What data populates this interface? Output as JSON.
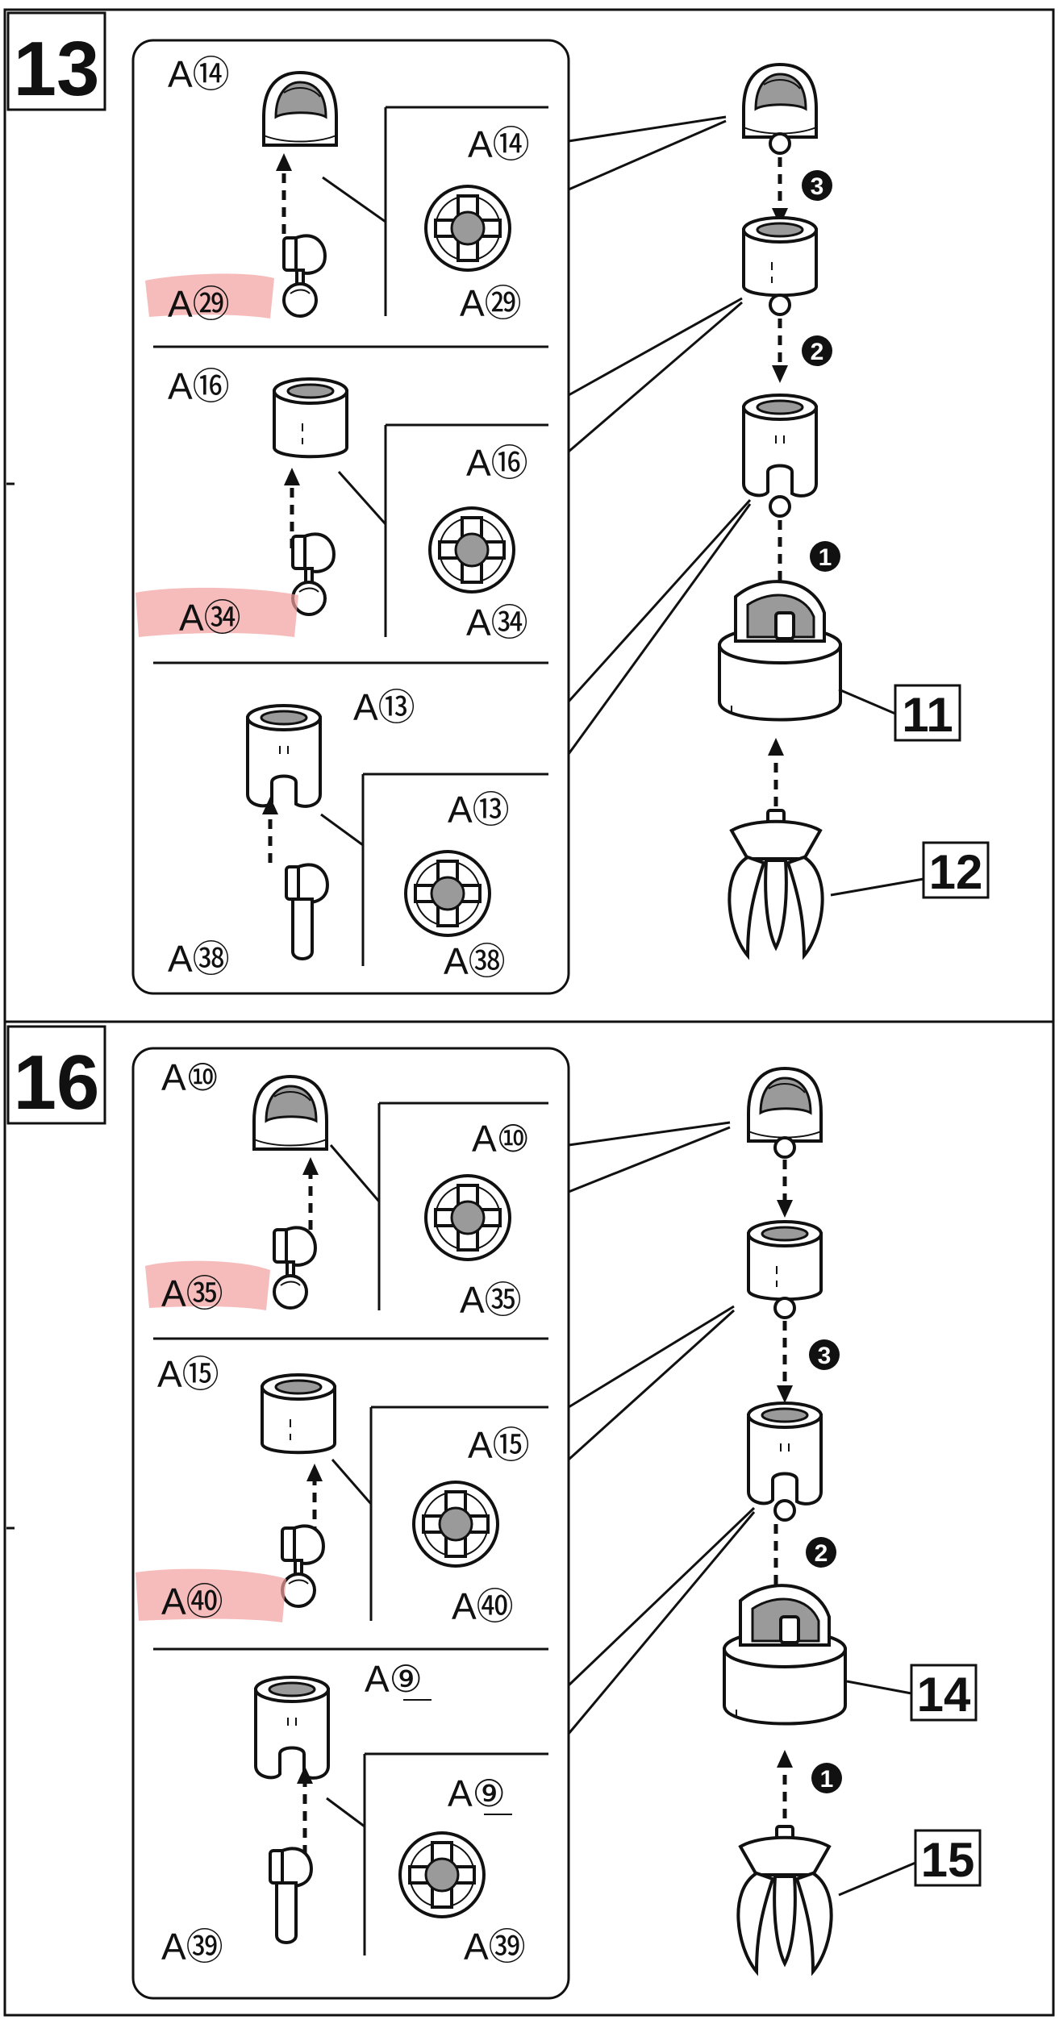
{
  "colors": {
    "ink": "#111111",
    "paper": "#ffffff",
    "highlight": "#f2a0a0",
    "shade": "#9a9a9a"
  },
  "step13": {
    "number": "13",
    "sub1": {
      "top_part": "A⑭",
      "bottom_part": "A㉙",
      "detail_top": "A⑭",
      "detail_bottom": "A㉙"
    },
    "sub2": {
      "top_part": "A⑯",
      "bottom_part": "A㉞",
      "detail_top": "A⑯",
      "detail_bottom": "A㉞"
    },
    "sub3": {
      "top_part": "A⑬",
      "bottom_part": "A㊳",
      "detail_top": "A⑬",
      "detail_bottom": "A㊳"
    },
    "order_top": "3",
    "order_mid": "2",
    "order_bottom": "1",
    "ref_a": "11",
    "ref_b": "12"
  },
  "step16": {
    "number": "16",
    "sub1": {
      "top_part": "A⑩",
      "bottom_part": "A㉟",
      "detail_top": "A⑩",
      "detail_bottom": "A㉟"
    },
    "sub2": {
      "top_part": "A⑮",
      "bottom_part": "A㊵",
      "detail_top": "A⑮",
      "detail_bottom": "A㊵"
    },
    "sub3": {
      "top_part": "A⑨",
      "bottom_part": "A㊴",
      "detail_top": "A⑨",
      "detail_bottom": "A㊴"
    },
    "order_top": "3",
    "order_mid": "2",
    "order_bottom": "1",
    "ref_a": "14",
    "ref_b": "15"
  }
}
